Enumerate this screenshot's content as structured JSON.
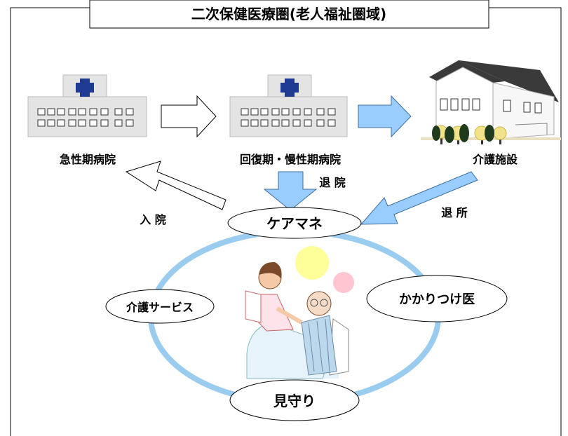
{
  "title": "二次保健医療圏(老人福祉圏域)",
  "facilities": {
    "acute": "急性期病院",
    "recovery": "回復期・慢性期病院",
    "care": "介護施設"
  },
  "flows": {
    "admission": "入 院",
    "discharge_hospital": "退 院",
    "discharge_facility": "退 所"
  },
  "community": {
    "care_manager": "ケアマネ",
    "care_service": "介護サービス",
    "family_doctor": "かかりつけ医",
    "watching": "見守り"
  },
  "colors": {
    "ring": "#99ccee",
    "blue_arrow": "#99ccff",
    "hospital_body": "#e4e4e4",
    "cross": "#1f3a93",
    "roof": "#3a3a3a",
    "sun": "#ffff99",
    "pink": "#ffc6d2"
  }
}
